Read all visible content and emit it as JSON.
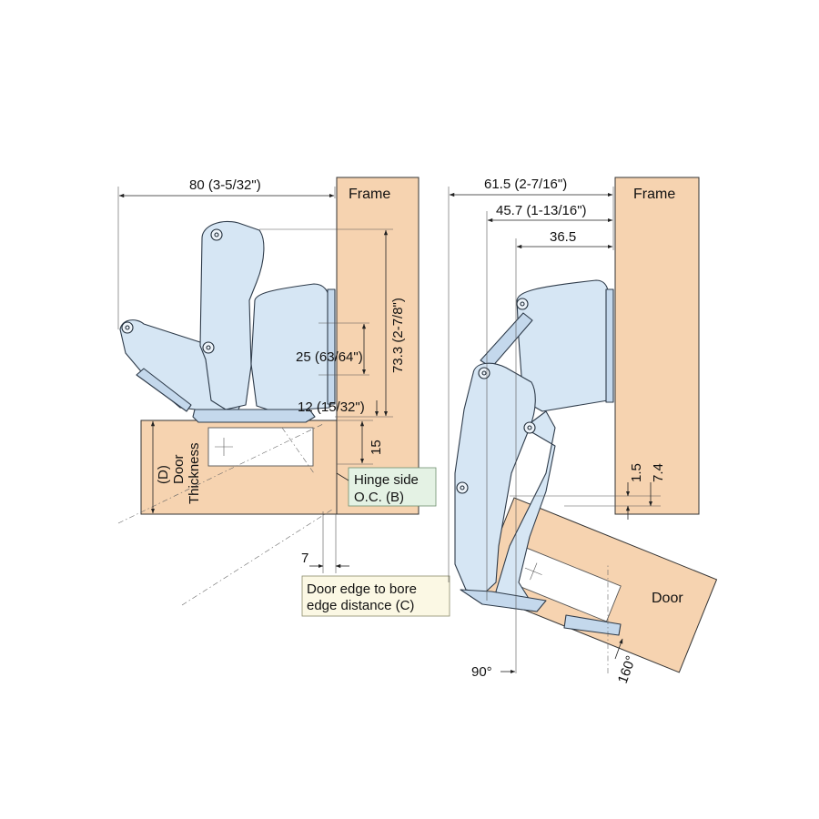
{
  "left_view": {
    "frame_label": "Frame",
    "overall_width": "80 (3-5/32\")",
    "height_dim": "73.3 (2-7/8\")",
    "hole_spacing": "25 (63/64\")",
    "bottom_offset": "12 (15/32\")",
    "door_gap": "15",
    "door_thickness_label": [
      "(D)",
      "Door",
      "Thickness"
    ],
    "hinge_side_label": [
      "Hinge side",
      "O.C. (B)"
    ],
    "bore_edge_value": "7",
    "bore_edge_label": [
      "Door edge to bore",
      "edge distance (C)"
    ]
  },
  "right_view": {
    "frame_label": "Frame",
    "dim_total": "61.5 (2-7/16\")",
    "dim_mid": "45.7 (1-13/16\")",
    "dim_inner": "36.5",
    "dim_small_a": "1.5",
    "dim_small_b": "7.4",
    "door_label": "Door",
    "angle_frame": "90°",
    "angle_door": "160°"
  },
  "colors": {
    "wood": "#f6d3b0",
    "metal": "#d6e6f4",
    "callout": "#fbf8e4",
    "callout_green": "#e4f2e4"
  }
}
